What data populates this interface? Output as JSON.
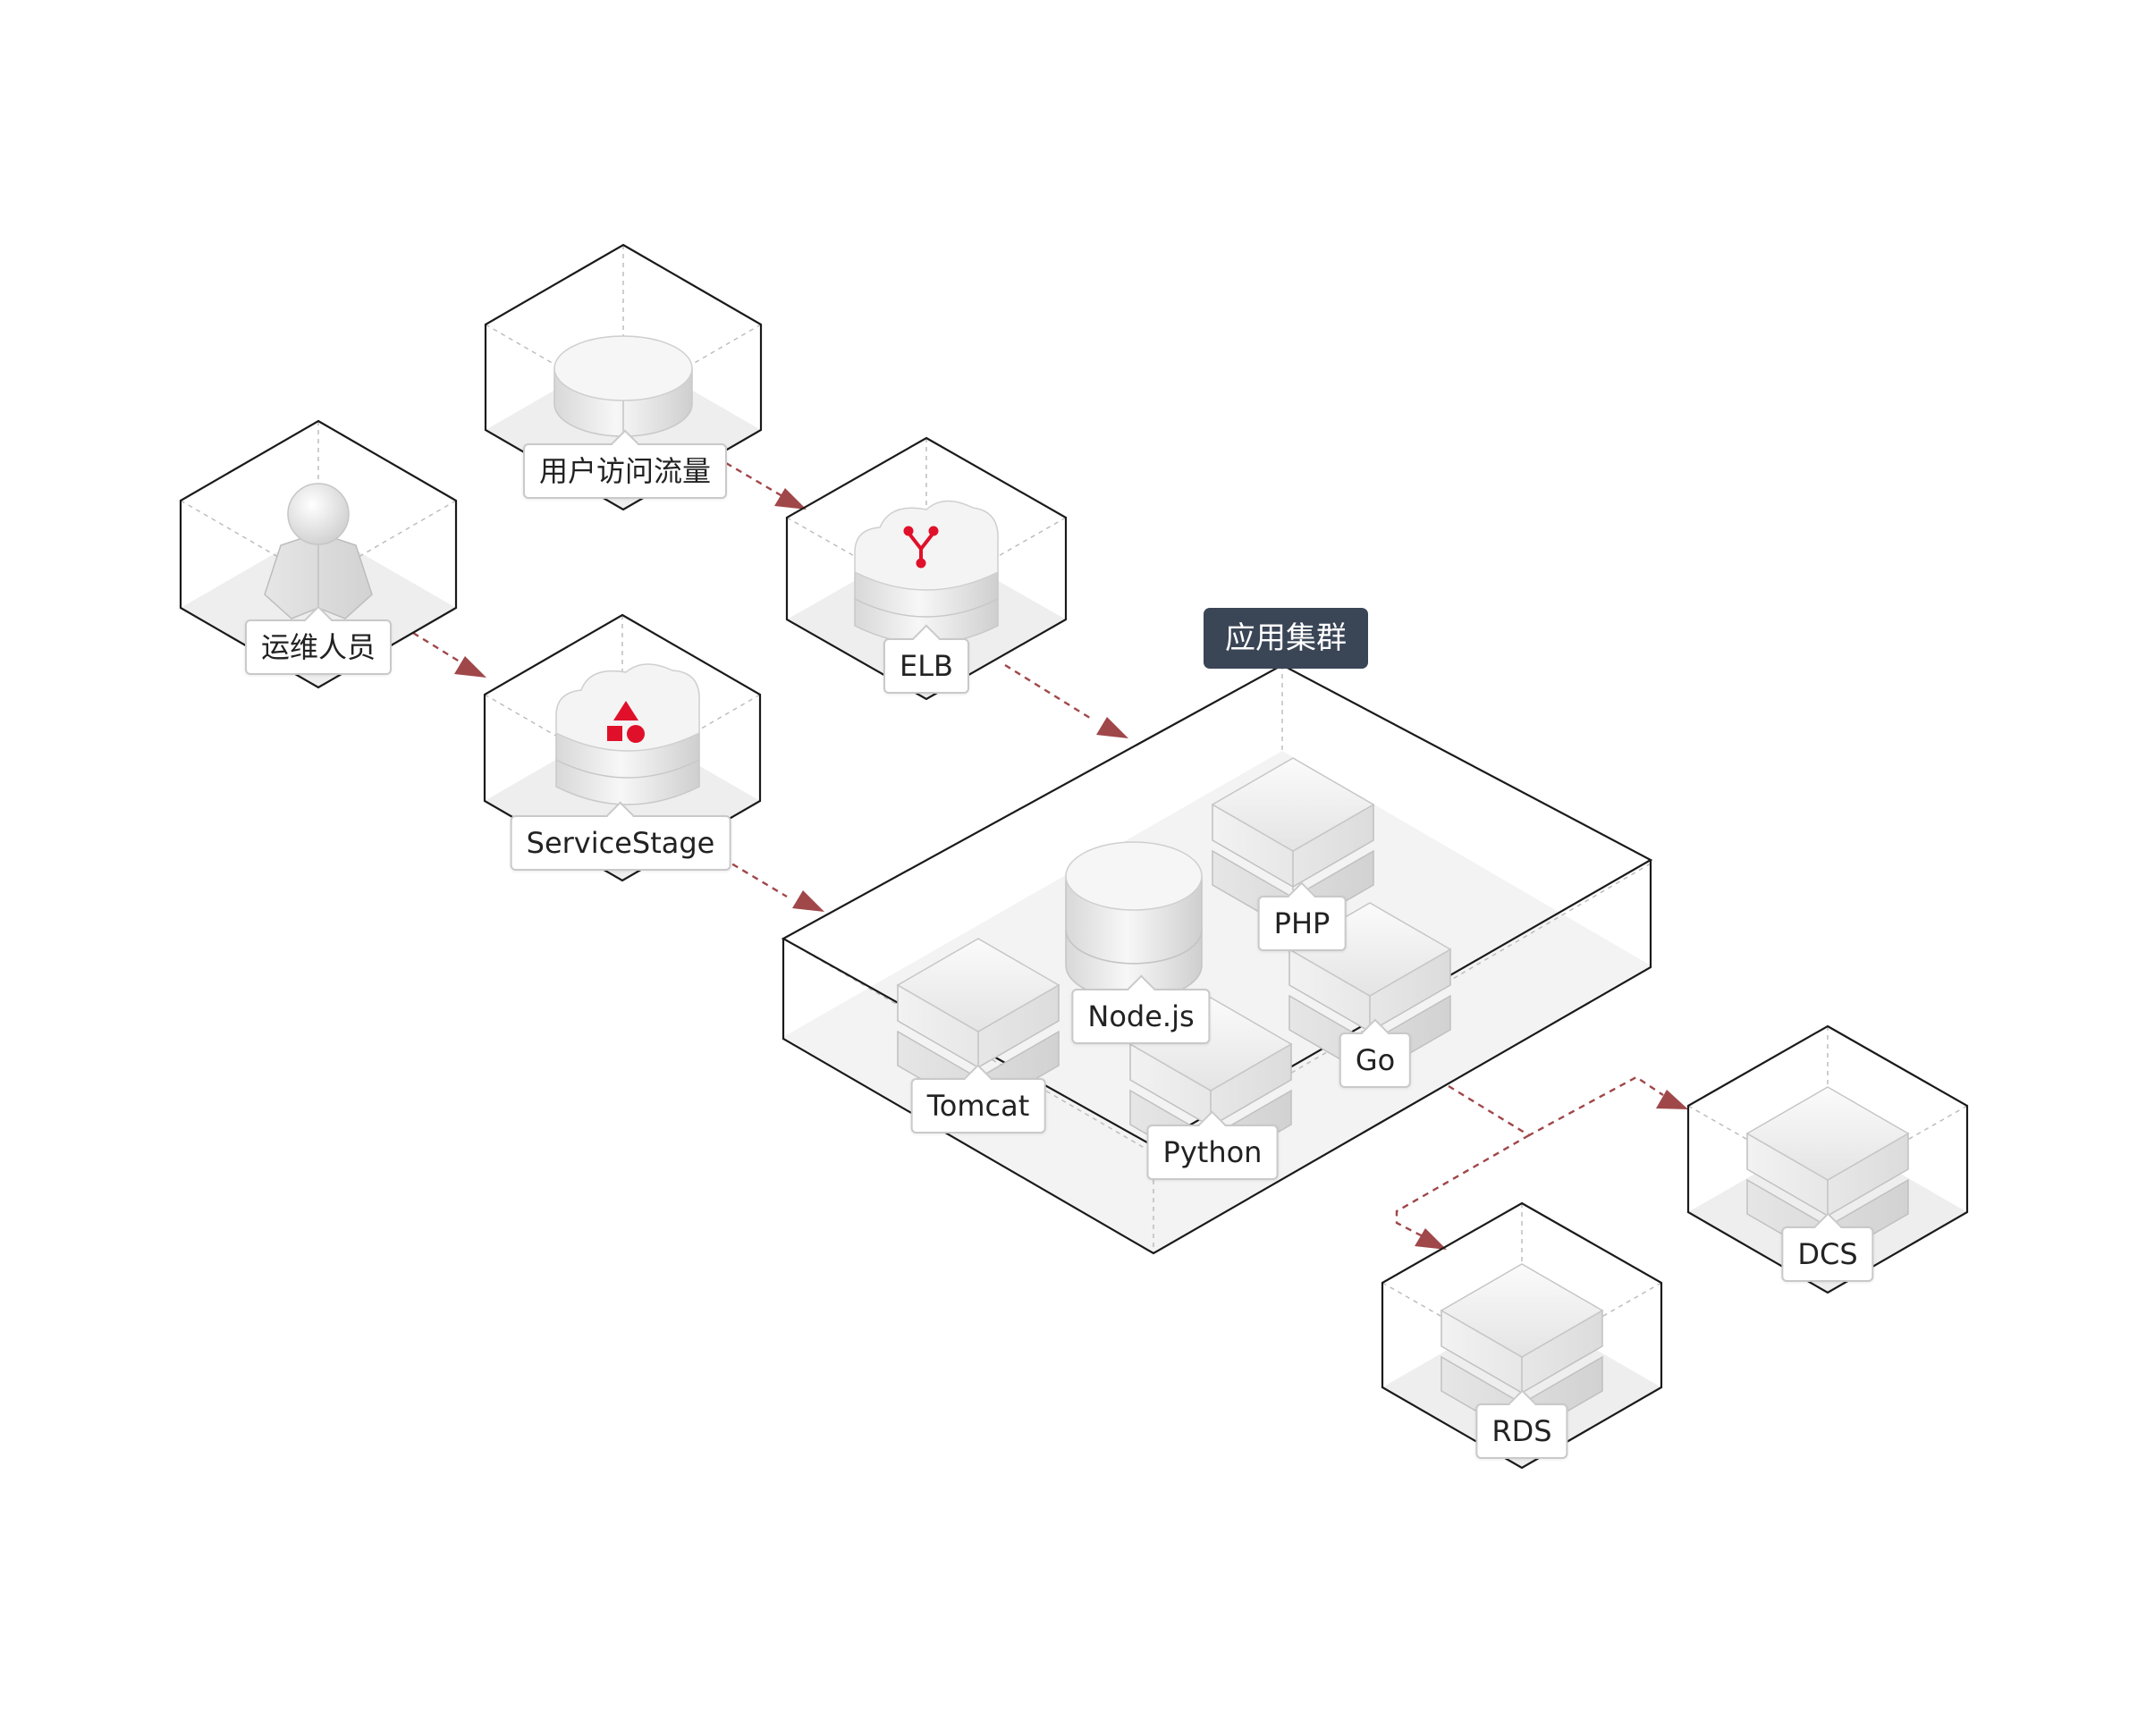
{
  "nodes": {
    "ops": {
      "label": "运维人员",
      "icon": "person-icon"
    },
    "traffic": {
      "label": "用户访问流量",
      "icon": "database-icon"
    },
    "servicestage": {
      "label": "ServiceStage",
      "icon": "servicestage-cloud-icon"
    },
    "elb": {
      "label": "ELB",
      "icon": "load-balancer-cloud-icon"
    },
    "dcs": {
      "label": "DCS",
      "icon": "cache-server-icon"
    },
    "rds": {
      "label": "RDS",
      "icon": "database-server-icon"
    }
  },
  "cluster": {
    "title": "应用集群",
    "runtimes": {
      "php": {
        "label": "PHP",
        "icon": "server-icon"
      },
      "nodejs": {
        "label": "Node.js",
        "icon": "cylinder-server-icon"
      },
      "go": {
        "label": "Go",
        "icon": "server-icon"
      },
      "tomcat": {
        "label": "Tomcat",
        "icon": "server-icon"
      },
      "python": {
        "label": "Python",
        "icon": "server-icon"
      }
    }
  },
  "colors": {
    "arrow": "#a0474a",
    "accent_icon": "#e0102a",
    "badge_bg": "#3a4556",
    "frame": "#1a1a1a"
  }
}
